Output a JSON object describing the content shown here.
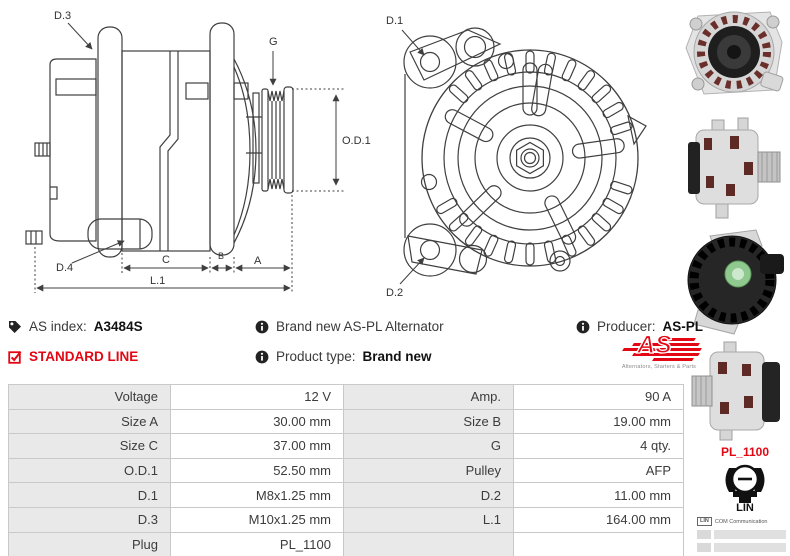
{
  "colors": {
    "accent_red": "#e30613",
    "label_cell_bg": "#e9e9e9",
    "line_color": "#3f3f3f"
  },
  "info": {
    "as_index": {
      "label": "AS index:",
      "value": "A3484S"
    },
    "standard_line": "STANDARD LINE",
    "brand_new_title": "Brand new AS-PL Alternator",
    "product_type": {
      "label": "Product type:",
      "value": "Brand new"
    },
    "producer": {
      "label": "Producer:",
      "value": "AS-PL"
    },
    "logo": {
      "text": "AS",
      "subtext": "Alternators, Starters & Parts"
    }
  },
  "diagram": {
    "side_view": {
      "d3": "D.3",
      "g": "G",
      "od1": "O.D.1",
      "d4": "D.4",
      "c": "C",
      "b": "B",
      "a": "A",
      "l1": "L.1"
    },
    "front_view": {
      "d1": "D.1",
      "d2": "D.2"
    }
  },
  "plug": {
    "name": "PL_1100",
    "pin": "LIN",
    "legend": [
      {
        "key": "LIN",
        "value": "COM Communication"
      }
    ]
  },
  "table": {
    "rows": [
      {
        "l1": "Voltage",
        "v1": "12 V",
        "l2": "Amp.",
        "v2": "90 A"
      },
      {
        "l1": "Size A",
        "v1": "30.00 mm",
        "l2": "Size B",
        "v2": "19.00 mm"
      },
      {
        "l1": "Size C",
        "v1": "37.00 mm",
        "l2": "G",
        "v2": "4 qty."
      },
      {
        "l1": "O.D.1",
        "v1": "52.50 mm",
        "l2": "Pulley",
        "v2": "AFP"
      },
      {
        "l1": "D.1",
        "v1": "M8x1.25 mm",
        "l2": "D.2",
        "v2": "11.00 mm"
      },
      {
        "l1": "D.3",
        "v1": "M10x1.25 mm",
        "l2": "L.1",
        "v2": "164.00 mm"
      },
      {
        "l1": "Plug",
        "v1": "PL_1100",
        "l2": "",
        "v2": ""
      }
    ]
  }
}
